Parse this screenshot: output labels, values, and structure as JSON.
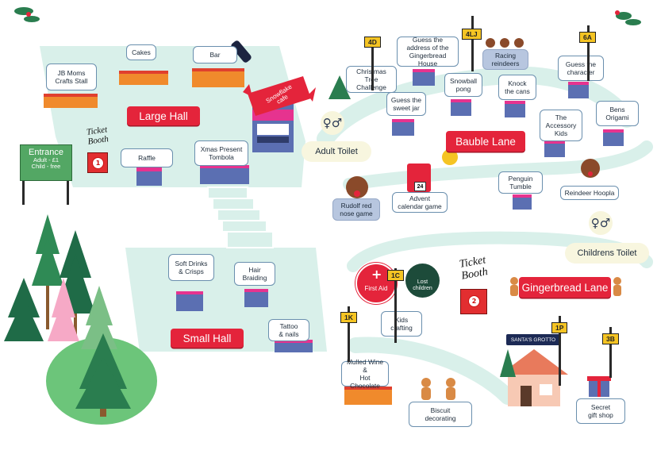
{
  "halls": {
    "large": "Large Hall",
    "small": "Small Hall"
  },
  "lanes": {
    "bauble": "Bauble Lane",
    "gingerbread": "Gingerbread Lane"
  },
  "entrance": {
    "title": "Entrance",
    "adult": "Adult - £1",
    "child": "Child - free"
  },
  "booths": [
    {
      "label": "Ticket\nBooth",
      "number": "1"
    },
    {
      "label": "Ticket\nBooth",
      "number": "2"
    }
  ],
  "cafe": "Snowflake\ncafe",
  "stalls": {
    "jb_moms": "JB Moms\nCrafts Stall",
    "cakes": "Cakes",
    "bar": "Bar",
    "raffle": "Raffle",
    "xmas_tombola": "Xmas Present\nTombola",
    "soft_drinks": "Soft Drinks\n& Crisps",
    "hair_braiding": "Hair\nBraiding",
    "tattoo": "Tattoo\n& nails",
    "christmas_tree": "Christmas\nTree Challenge",
    "sweet_jar": "Guess the\nsweet jar",
    "gingerbread_house": "Guess the\naddress of the\nGingerbread House",
    "snowball": "Snowball\npong",
    "racing": "Racing\nreindeers",
    "knock_cans": "Knock\nthe cans",
    "guess_character": "Guess the\ncharacter",
    "accessory_kids": "The\nAccessory\nKids",
    "bens_origami": "Bens\nOrigami",
    "rudolf": "Rudolf red\nnose game",
    "advent": "Advent\ncalendar game",
    "penguin": "Penguin\nTumble",
    "reindeer_hoopla": "Reindeer Hoopla",
    "kids_crafting": "Kids\ncrafting",
    "mulled_wine": "Mulled Wine &\nHot Chocolate",
    "biscuit": "Biscuit\ndecorating",
    "secret_gift": "Secret\ngift shop"
  },
  "signs": {
    "s4d": "4D",
    "s4lj": "4LJ",
    "s6a": "6A",
    "s1c": "1C",
    "s1k": "1K",
    "s1p": "1P",
    "s3b": "3B"
  },
  "toilets": {
    "adult": "Adult Toilet",
    "children": "Childrens Toilet"
  },
  "services": {
    "first_aid": "First Aid",
    "lost_children": "Lost\nchildren"
  },
  "grotto": "SANTA'S GROTTO",
  "advent_day": "24",
  "colors": {
    "hall_floor": "#d9f0ea",
    "banner_red": "#e4243b",
    "sign_yellow": "#f5c423",
    "entrance_green": "#53a764"
  }
}
